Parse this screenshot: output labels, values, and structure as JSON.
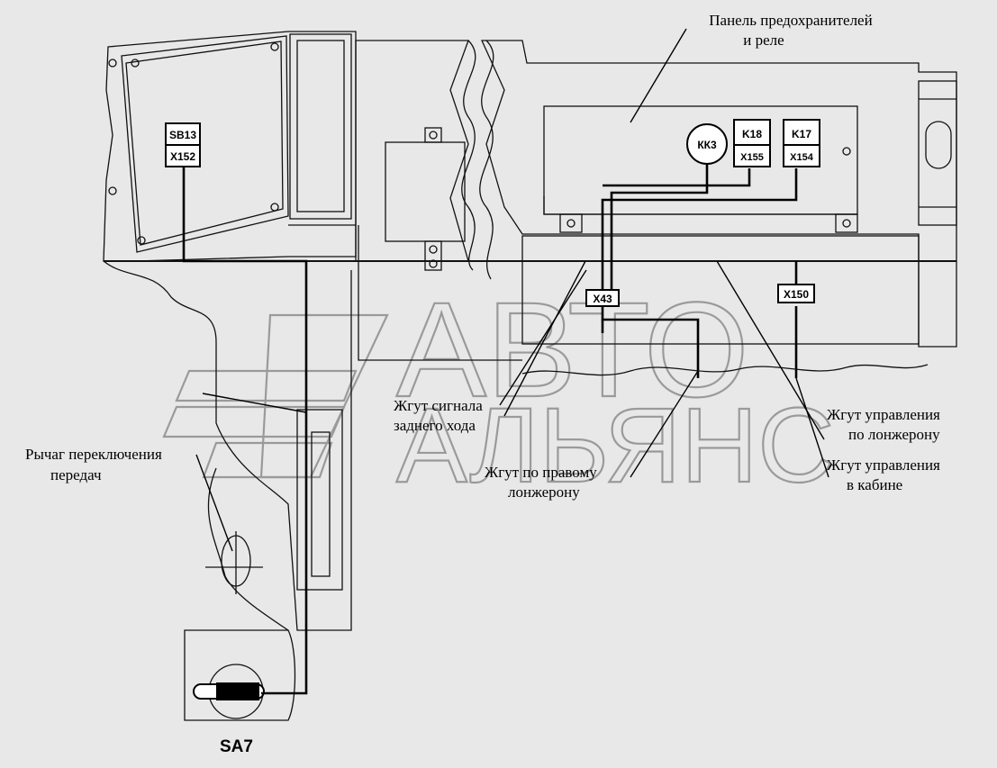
{
  "labels": {
    "fuse_panel_line1": "Панель предохранителей",
    "fuse_panel_line2": "и реле",
    "reverse_harness_line1": "Жгут сигнала",
    "reverse_harness_line2": "заднего хода",
    "right_rail_harness_line1": "Жгут по правому",
    "right_rail_harness_line2": "лонжерону",
    "rail_control_harness_line1": "Жгут управления",
    "rail_control_harness_line2": "по лонжерону",
    "cab_control_harness_line1": "Жгут управления",
    "cab_control_harness_line2": "в кабине",
    "gear_lever_line1": "Рычаг переключения",
    "gear_lever_line2": "передач",
    "switch": "SA7"
  },
  "components": {
    "sb13": "SB13",
    "x152": "X152",
    "kk3": "КК3",
    "k18": "K18",
    "x155": "X155",
    "k17": "K17",
    "x154": "X154",
    "x43": "X43",
    "x150": "X150"
  },
  "watermark": {
    "line1": "АВТО",
    "line2": "АЛЬЯНС"
  }
}
